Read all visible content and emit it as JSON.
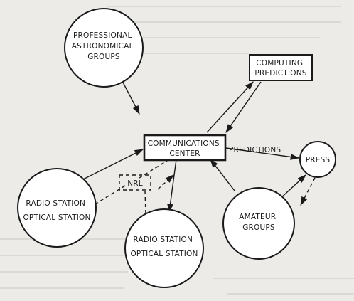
{
  "diagram": {
    "nodes": {
      "professional": {
        "lines": [
          "PROFESSIONAL",
          "ASTRONOMICAL",
          "GROUPS"
        ]
      },
      "computing": {
        "lines": [
          "COMPUTING",
          "PREDICTIONS"
        ]
      },
      "comm_center": {
        "lines": [
          "COMMUNICATIONS",
          "CENTER"
        ]
      },
      "press": {
        "lines": [
          "PRESS"
        ]
      },
      "nrl": {
        "lines": [
          "NRL"
        ]
      },
      "radio_left": {
        "lines": [
          "RADIO STATION",
          "OPTICAL STATION"
        ]
      },
      "radio_bottom": {
        "lines": [
          "RADIO STATION",
          "OPTICAL STATION"
        ]
      },
      "amateur": {
        "lines": [
          "AMATEUR",
          "GROUPS"
        ]
      }
    },
    "edges": {
      "predictions_label": "PREDICTIONS"
    }
  }
}
